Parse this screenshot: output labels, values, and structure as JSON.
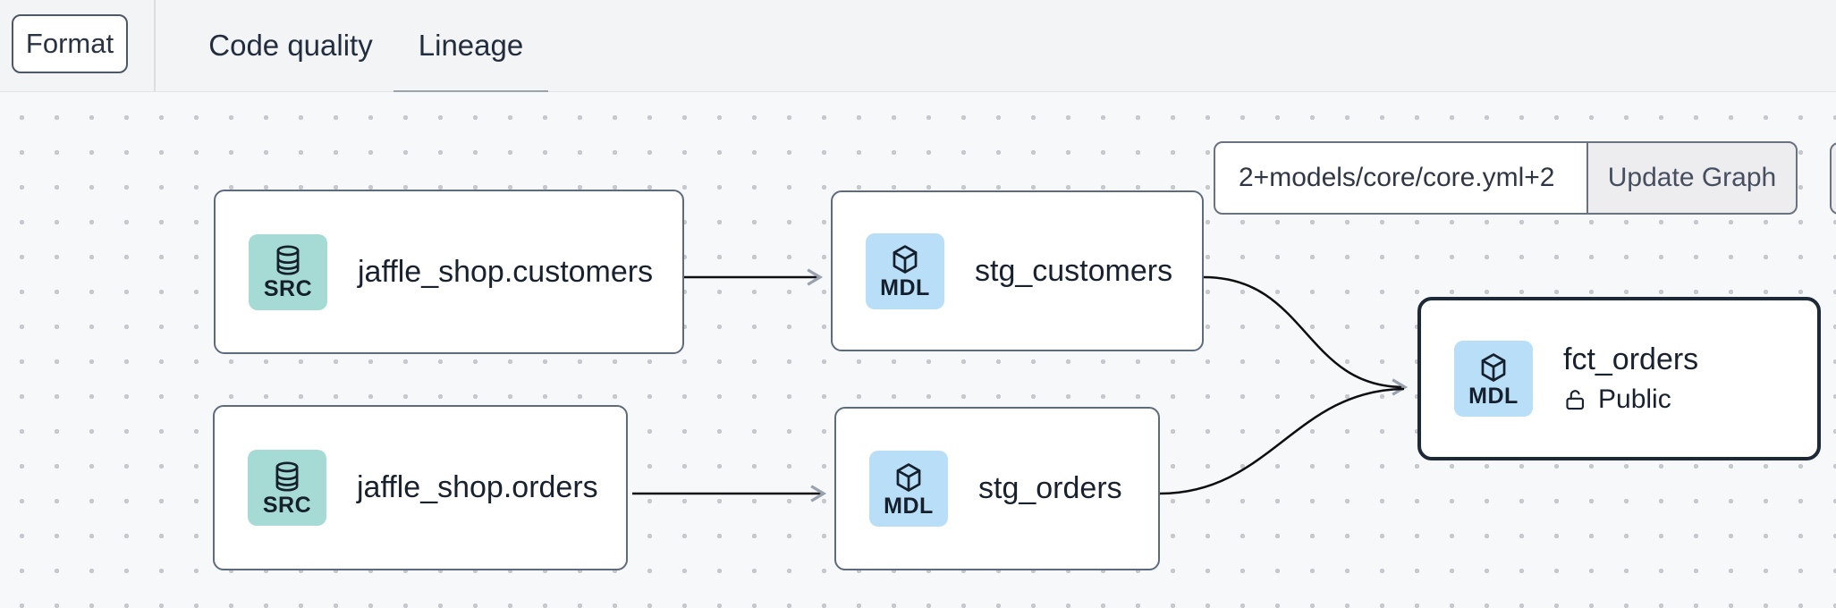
{
  "toolbar": {
    "format_button": "Format",
    "tabs": [
      {
        "label": "Code quality",
        "active": false
      },
      {
        "label": "Lineage",
        "active": true
      }
    ]
  },
  "lineage_controls": {
    "selector_input_value": "2+models/core/core.yml+2",
    "update_graph_button": "Update Graph"
  },
  "nodes": [
    {
      "title": "jaffle_shop.customers",
      "badge": "SRC",
      "icon": "database-icon",
      "kind": "source",
      "selected": false
    },
    {
      "title": "jaffle_shop.orders",
      "badge": "SRC",
      "icon": "database-icon",
      "kind": "source",
      "selected": false
    },
    {
      "title": "stg_customers",
      "badge": "MDL",
      "icon": "cube-icon",
      "kind": "model",
      "selected": false
    },
    {
      "title": "stg_orders",
      "badge": "MDL",
      "icon": "cube-icon",
      "kind": "model",
      "selected": false
    },
    {
      "title": "fct_orders",
      "badge": "MDL",
      "icon": "cube-icon",
      "kind": "model",
      "selected": true,
      "access_label": "Public"
    }
  ],
  "edges": [
    {
      "from": "jaffle_shop.customers",
      "to": "stg_customers"
    },
    {
      "from": "jaffle_shop.orders",
      "to": "stg_orders"
    },
    {
      "from": "stg_customers",
      "to": "fct_orders"
    },
    {
      "from": "stg_orders",
      "to": "fct_orders"
    }
  ],
  "colors": {
    "topbar_bg": "#f3f4f6",
    "canvas_bg": "#f7f8f9",
    "canvas_dots": "#c7c9cf",
    "source_badge_bg": "#a6dbd5",
    "model_badge_bg": "#b9def7",
    "node_border": "#5d6b7c",
    "selected_node_border": "#1e2937",
    "edge": "#0c0e12",
    "arrowhead": "#9aa2ae",
    "active_tab_underline": "#9aa2ae"
  }
}
